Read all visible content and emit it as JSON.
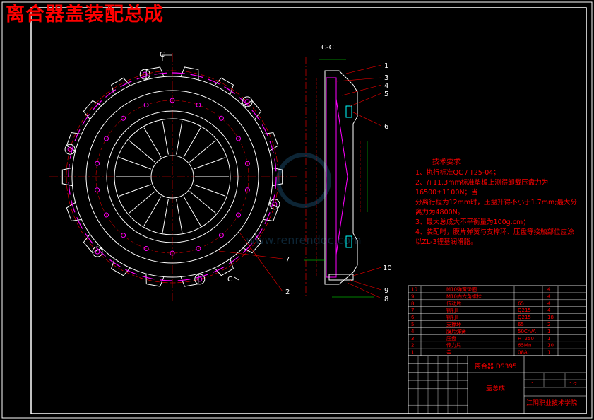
{
  "title": "离合器盖装配总成",
  "section_label": "C-C",
  "section_mark": "C",
  "part_callouts_right": [
    "1",
    "3",
    "4",
    "5",
    "6"
  ],
  "part_callouts_lower": [
    "10",
    "9",
    "8"
  ],
  "part_callouts_front": [
    "7",
    "2"
  ],
  "tech_requirements": {
    "heading": "技术要求",
    "lines": [
      "1、执行标准QC / T25-04；",
      "2、在11.3mm标准垫板上测得卸载压盘力为",
      "16500±1100N；当",
      "   分离行程为12mm时，压盘升得不小于1.7mm;最大分",
      "离力为4800N。",
      "3、最大总成大不平衡量为100g.cm；",
      "4、装配时，膜片弹簧与支撑环、压盘等接触部位应涂",
      "以ZL-3锂基润滑脂。"
    ]
  },
  "bom": {
    "rows": [
      {
        "no": "10",
        "name": "M10弹簧垫圈",
        "material": "",
        "qty": "4"
      },
      {
        "no": "9",
        "name": "M10内六角螺栓",
        "material": "",
        "qty": "4"
      },
      {
        "no": "8",
        "name": "传动片",
        "material": "65",
        "qty": "4"
      },
      {
        "no": "7",
        "name": "铆钉Ⅱ",
        "material": "Q215",
        "qty": "4"
      },
      {
        "no": "6",
        "name": "铆钉Ⅰ",
        "material": "Q215",
        "qty": "18"
      },
      {
        "no": "5",
        "name": "支撑环",
        "material": "65",
        "qty": "2"
      },
      {
        "no": "4",
        "name": "膜片弹簧",
        "material": "50CrVA",
        "qty": "1"
      },
      {
        "no": "3",
        "name": "压盘",
        "material": "HT250",
        "qty": "1"
      },
      {
        "no": "2",
        "name": "传力片",
        "material": "65Mn",
        "qty": "10"
      },
      {
        "no": "1",
        "name": "盖",
        "material": "08Al",
        "qty": "1"
      }
    ]
  },
  "title_block": {
    "drawing_name": "离合器 DS395",
    "assembly": "盖总成",
    "scale": "1:2",
    "sheet": "1",
    "school": "江阴职业技术学院"
  },
  "watermark": "www.renrendoc.com",
  "colors": {
    "outline": "#ffffff",
    "part": "#ff00ff",
    "hidden": "#ff0000",
    "centerline": "#ff0000",
    "dimension": "#00ff00",
    "sec": "#00ffff"
  }
}
